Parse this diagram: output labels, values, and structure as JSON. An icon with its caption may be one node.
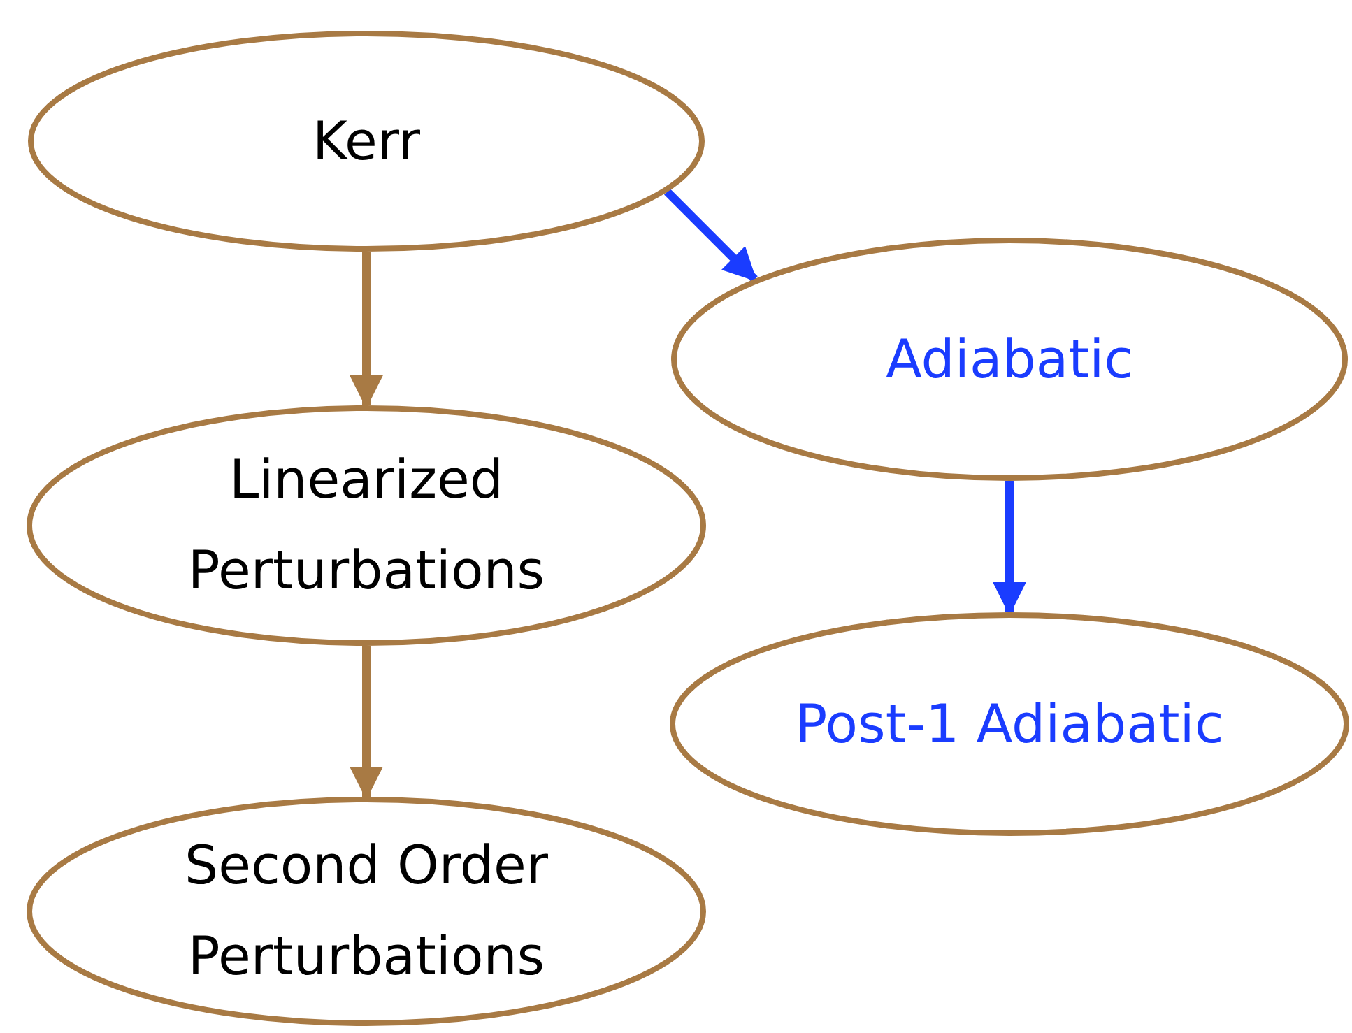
{
  "diagram": {
    "nodes": [
      {
        "text": [
          "Kerr"
        ]
      },
      {
        "text": [
          "Adiabatic"
        ]
      },
      {
        "text": [
          "Linearized Perturbations"
        ]
      },
      {
        "text": [
          "Post-1 Adiabatic"
        ]
      },
      {
        "text": [
          "Second Order Perturbations"
        ]
      }
    ],
    "edges": [
      {
        "from": 0,
        "to": 2,
        "arrow": "to"
      },
      {
        "from": 0,
        "to": 1,
        "arrow": "to",
        "color": "#1a3cff"
      },
      {
        "from": 1,
        "to": 3,
        "arrow": "to",
        "color": "#1a3cff"
      },
      {
        "from": 2,
        "to": 4,
        "arrow": "to"
      }
    ]
  }
}
